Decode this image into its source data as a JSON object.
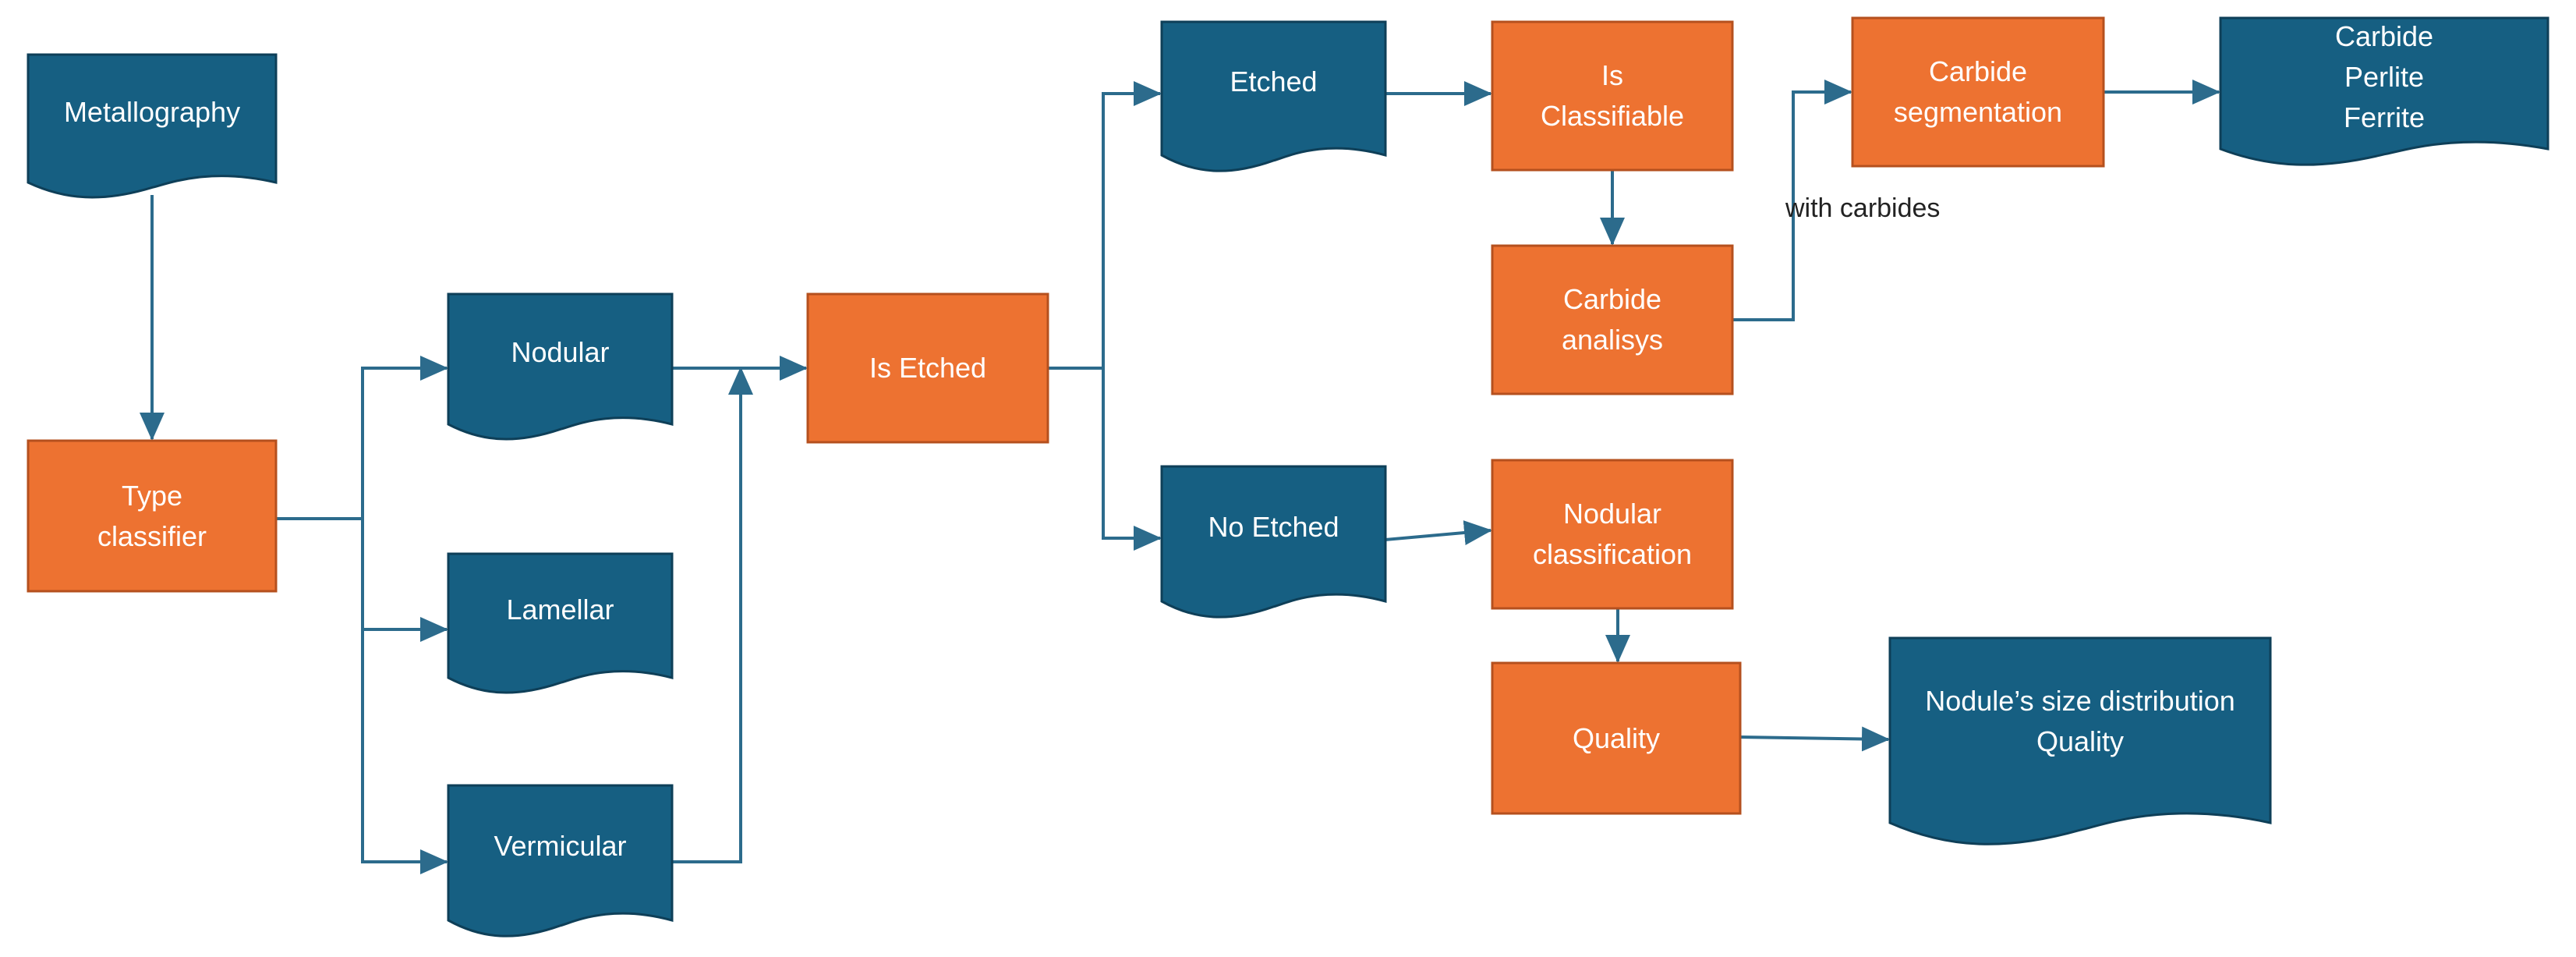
{
  "colors": {
    "process": "#ED7231",
    "process_border": "#B5501E",
    "document": "#165F82",
    "document_border": "#0E3F58",
    "connector": "#2C6B8C",
    "background": "#FFFFFF"
  },
  "nodes": {
    "metallography": {
      "shape": "document",
      "text": "Metallography"
    },
    "type_classifier": {
      "shape": "process",
      "text": "Type\nclassifier"
    },
    "nodular": {
      "shape": "document",
      "text": "Nodular"
    },
    "lamellar": {
      "shape": "document",
      "text": "Lamellar"
    },
    "vermicular": {
      "shape": "document",
      "text": "Vermicular"
    },
    "is_etched": {
      "shape": "process",
      "text": "Is Etched"
    },
    "etched": {
      "shape": "document",
      "text": "Etched"
    },
    "no_etched": {
      "shape": "document",
      "text": "No Etched"
    },
    "is_classifiable": {
      "shape": "process",
      "text": "Is\nClassifiable"
    },
    "carbide_analysis": {
      "shape": "process",
      "text": "Carbide\nanalisys"
    },
    "carbide_segmentation": {
      "shape": "process",
      "text": "Carbide\nsegmentation"
    },
    "carbide_perlite_ferrite": {
      "shape": "document",
      "text": "Carbide\nPerlite\nFerrite"
    },
    "nodular_classification": {
      "shape": "process",
      "text": "Nodular\nclassification"
    },
    "quality": {
      "shape": "process",
      "text": "Quality"
    },
    "nodule_size_distribution": {
      "shape": "document",
      "text": "Nodule’s size distribution\nQuality"
    }
  },
  "edges": [
    {
      "from": "metallography",
      "to": "type_classifier"
    },
    {
      "from": "type_classifier",
      "to": "nodular"
    },
    {
      "from": "type_classifier",
      "to": "lamellar"
    },
    {
      "from": "type_classifier",
      "to": "vermicular"
    },
    {
      "from": "nodular",
      "to": "is_etched"
    },
    {
      "from": "vermicular",
      "to": "is_etched"
    },
    {
      "from": "is_etched",
      "to": "etched"
    },
    {
      "from": "is_etched",
      "to": "no_etched"
    },
    {
      "from": "etched",
      "to": "is_classifiable"
    },
    {
      "from": "is_classifiable",
      "to": "carbide_analysis"
    },
    {
      "from": "carbide_analysis",
      "to": "carbide_segmentation",
      "label": "with carbides"
    },
    {
      "from": "carbide_segmentation",
      "to": "carbide_perlite_ferrite"
    },
    {
      "from": "no_etched",
      "to": "nodular_classification"
    },
    {
      "from": "nodular_classification",
      "to": "quality"
    },
    {
      "from": "quality",
      "to": "nodule_size_distribution"
    }
  ]
}
